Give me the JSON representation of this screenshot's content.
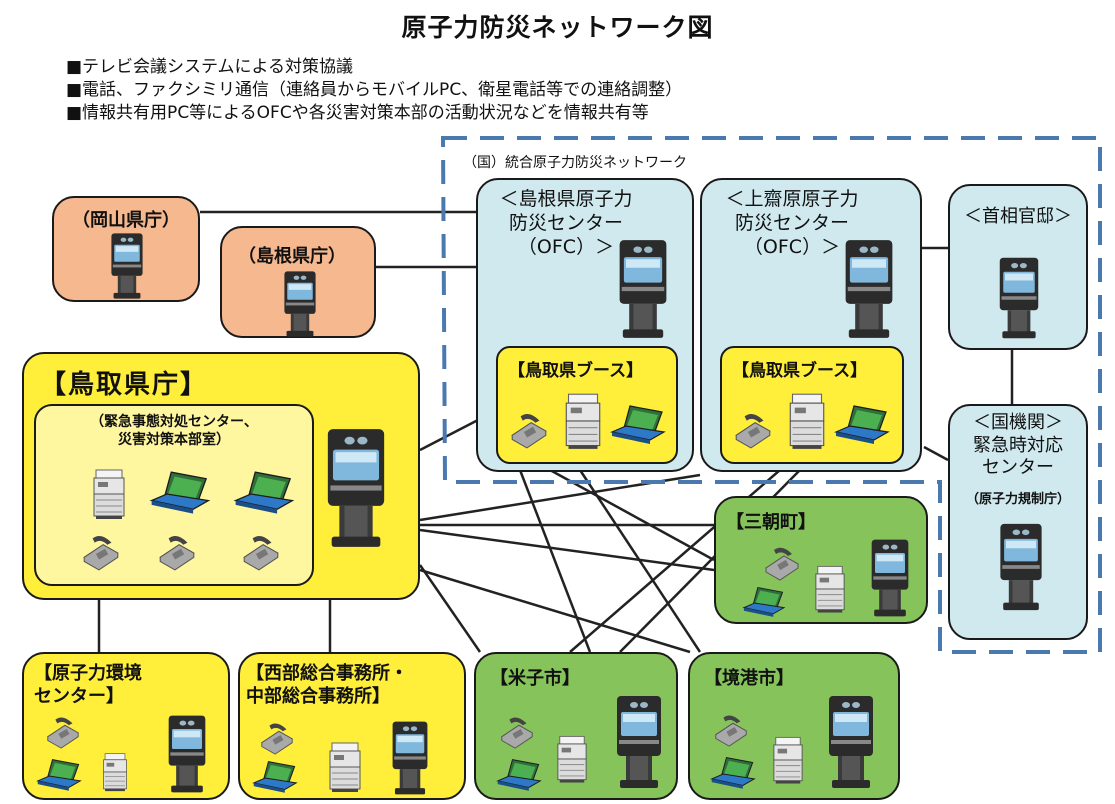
{
  "title": "原子力防災ネットワーク図",
  "bullets": [
    "■テレビ会議システムによる対策協議",
    "■電話、ファクシミリ通信（連絡員からモバイルPC、衛星電話等での連絡調整）",
    "■情報共有用PC等によるOFCや各災害対策本部の活動状況などを情報共有等"
  ],
  "network_label": "（国）統合原子力防災ネットワーク",
  "nodes": {
    "okayama": "（岡山県庁）",
    "shimane_pref": "（島根県庁）",
    "shimane_ofc": "＜島根県原子力\n防災センター\n（OFC）＞",
    "kamisaibara_ofc": "＜上齋原原子力\n防災センター\n（OFC）＞",
    "kantei": "＜首相官邸＞",
    "tottori_booth_1": "【鳥取県ブース】",
    "tottori_booth_2": "【鳥取県ブース】",
    "kuni": "＜国機関＞\n緊急時対応\nセンター",
    "kuni_sub": "（原子力規制庁）",
    "tottori_pref": "【鳥取県庁】",
    "tottori_center": "（緊急事態対処センター、\n災害対策本部室）",
    "misasa": "【三朝町】",
    "kankyo": "【原子力環境\nセンター】",
    "seibu": "【西部総合事務所・\n中部総合事務所】",
    "yonago": "【米子市】",
    "sakaiminato": "【境港市】"
  },
  "colors": {
    "orange": "#f6b88f",
    "cyan": "#cfe9ee",
    "yellow": "#ffef3b",
    "green": "#86c35a",
    "dashed_border": "#4a79b0"
  }
}
